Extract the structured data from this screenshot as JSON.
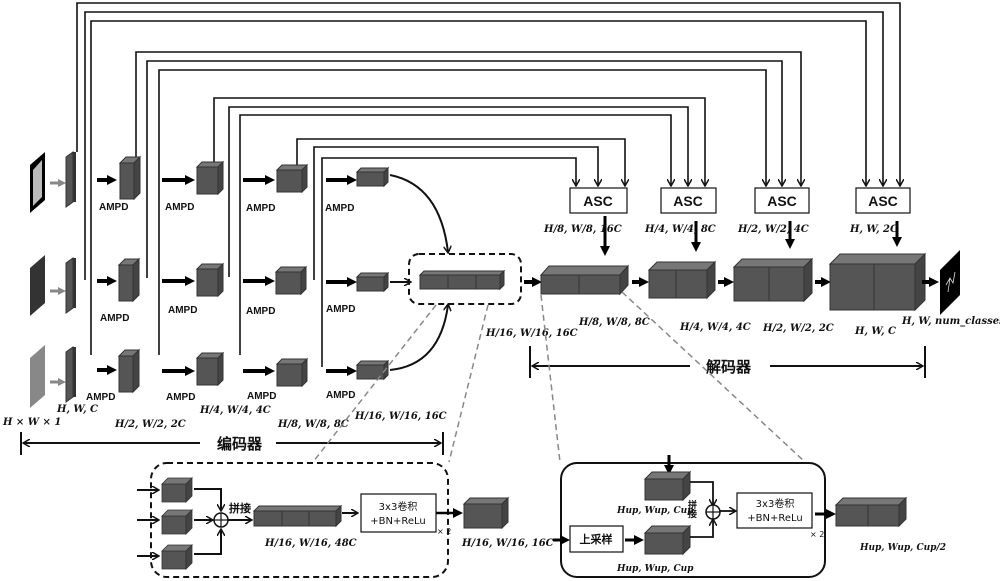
{
  "diagram": {
    "encoder_label": "编码器",
    "decoder_label": "解码器",
    "amp_label": "AMPD",
    "asc_label": "ASC",
    "input_label": "H × W × 1",
    "stem_label": "H, W, C",
    "encoder_stages": [
      {
        "id": "enc1",
        "dims": "H/2, W/2, 2C"
      },
      {
        "id": "enc2",
        "dims": "H/4, W/4, 4C"
      },
      {
        "id": "enc3",
        "dims": "H/8, W/8, 8C"
      },
      {
        "id": "enc4",
        "dims": "H/16, W/16, 16C"
      }
    ],
    "fusion_output": "H/16, W/16, 16C",
    "asc_inputs": [
      "H/8, W/8, 16C",
      "H/4, W/4, 8C",
      "H/2, W/2, 4C",
      "H, W, 2C"
    ],
    "decoder_stages": [
      {
        "id": "dec1",
        "dims": "H/8, W/8, 8C"
      },
      {
        "id": "dec2",
        "dims": "H/4, W/4, 4C"
      },
      {
        "id": "dec3",
        "dims": "H/2, W/2, 2C"
      },
      {
        "id": "dec4",
        "dims": "H, W, C"
      }
    ],
    "output_label": "H, W, num_classes",
    "fusion_detail": {
      "concat_label": "拼接",
      "concat_dims": "H/16, W/16, 48C",
      "conv_line1": "3x3卷积",
      "conv_line2": "+BN+ReLu",
      "repeat": "× 2",
      "out_dims": "H/16, W/16, 16C"
    },
    "decoder_detail": {
      "upsample_label": "上采样",
      "concat_label": "拼接",
      "skip_dims": "Hup, Wup, Cup",
      "up_dims": "Hup, Wup, Cup",
      "conv_line1": "3x3卷积",
      "conv_line2": "+BN+ReLu",
      "repeat": "× 2",
      "out_dims": "Hup, Wup, Cup/2"
    }
  }
}
